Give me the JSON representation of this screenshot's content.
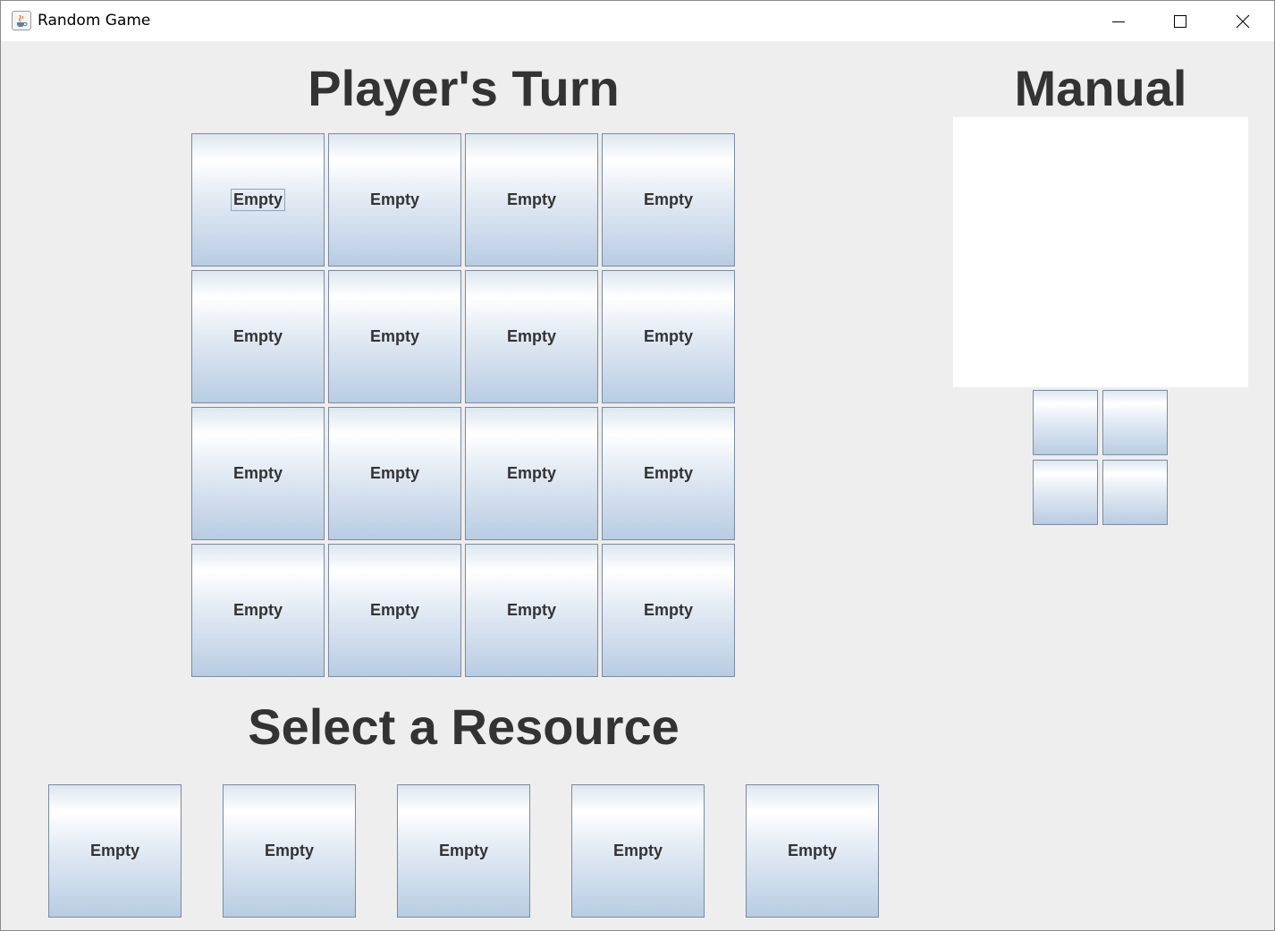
{
  "window": {
    "title": "Random Game",
    "icon": "java-coffee-cup-icon"
  },
  "titlebar_buttons": {
    "minimize": "minimize-icon",
    "maximize": "maximize-icon",
    "close": "close-icon"
  },
  "game": {
    "turn_title": "Player's Turn",
    "board": [
      [
        "Empty",
        "Empty",
        "Empty",
        "Empty"
      ],
      [
        "Empty",
        "Empty",
        "Empty",
        "Empty"
      ],
      [
        "Empty",
        "Empty",
        "Empty",
        "Empty"
      ],
      [
        "Empty",
        "Empty",
        "Empty",
        "Empty"
      ]
    ],
    "resource_title": "Select a Resource",
    "resources": [
      "Empty",
      "Empty",
      "Empty",
      "Empty",
      "Empty"
    ]
  },
  "manual": {
    "title": "Manual",
    "content": "",
    "preview_cells": [
      "",
      "",
      "",
      ""
    ]
  },
  "colors": {
    "background": "#eeeeee",
    "heading": "#333333",
    "tile_border": "#7a8ba0"
  }
}
